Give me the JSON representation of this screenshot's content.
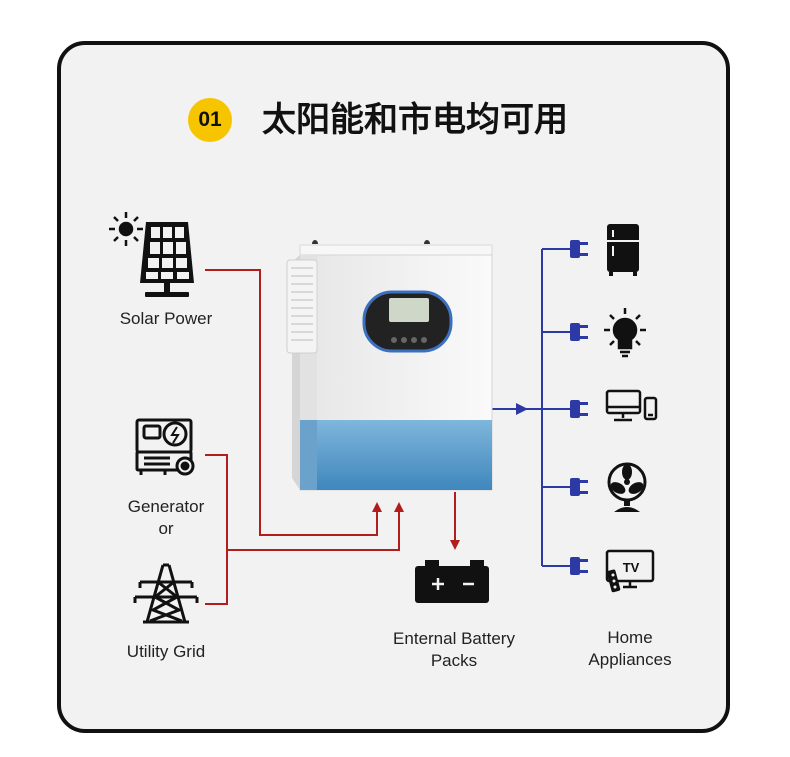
{
  "header": {
    "number": "01",
    "title": "太阳能和市电均可用"
  },
  "sources": {
    "solar": "Solar Power",
    "generator": "Generator",
    "or": "or",
    "grid": "Utility Grid"
  },
  "battery": {
    "line1": "Enternal Battery",
    "line2": "Packs"
  },
  "appliances": {
    "line1": "Home",
    "line2": "Appliances",
    "tv_text": "TV"
  },
  "colors": {
    "input_line": "#b11d1d",
    "output_line": "#2d3aa5",
    "badge": "#f6c500",
    "accent": "#3a8fc8"
  },
  "icons": [
    "sun-icon",
    "solar-panel-icon",
    "generator-icon",
    "transmission-tower-icon",
    "battery-icon",
    "plug-icon",
    "fridge-icon",
    "light-bulb-icon",
    "computer-phone-icon",
    "fan-icon",
    "tv-remote-icon",
    "inverter-device"
  ]
}
